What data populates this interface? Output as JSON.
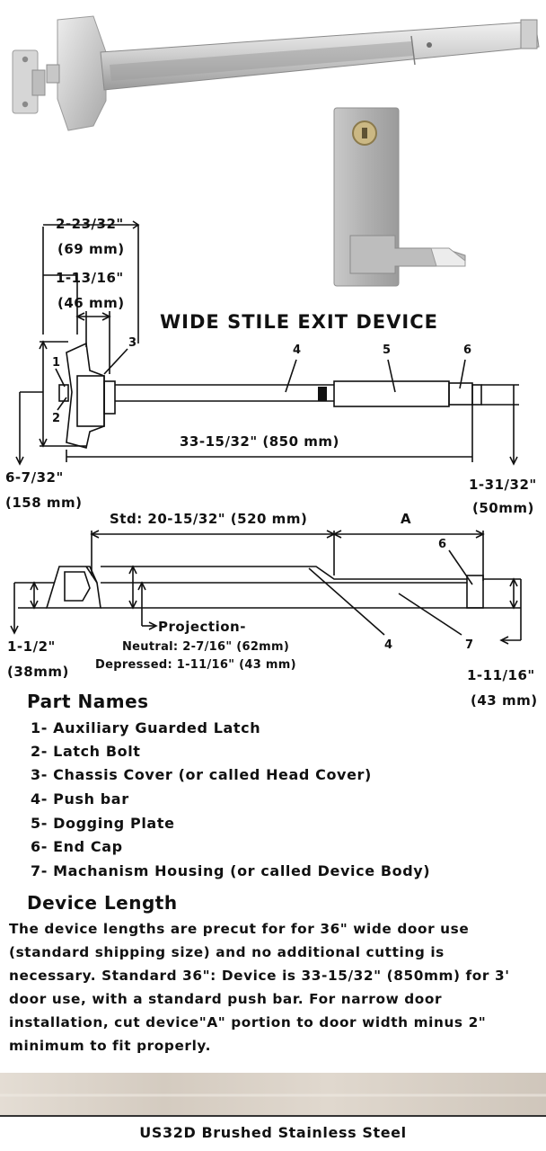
{
  "colors": {
    "steel_light": "#e4e4e4",
    "steel_mid": "#b8b8b8",
    "steel_dark": "#8a8a8a",
    "line": "#111111",
    "swatch": "#d9d1c8"
  },
  "photos": {
    "exit_device": "stainless-exit-device-photo",
    "trim": "lever-trim-photo"
  },
  "top_view": {
    "title": "WIDE STILE EXIT DEVICE",
    "dim_2_23_32": "2-23/32\"",
    "dim_69mm": "(69 mm)",
    "dim_1_13_16": "1-13/16\"",
    "dim_46mm": "(46 mm)",
    "dim_6_7_32": "6-7/32\"",
    "dim_158mm": "(158 mm)",
    "dim_33_15_32": "33-15/32\" (850 mm)",
    "dim_1_31_32": "1-31/32\"",
    "dim_50mm": "(50mm)",
    "callouts": [
      "1",
      "2",
      "3",
      "4",
      "5",
      "6"
    ]
  },
  "side_view": {
    "std_label": "Std: 20-15/32\" (520 mm)",
    "a_label": "A",
    "dim_1_1_2": "1-1/2\"",
    "dim_38mm": "(38mm)",
    "projection_label": "Projection-",
    "neutral_label": "Neutral: 2-7/16\" (62mm)",
    "depressed_label": "Depressed: 1-11/16\" (43 mm)",
    "dim_1_11_16": "1-11/16\"",
    "dim_43mm": "(43 mm)",
    "callouts": [
      "6",
      "4",
      "7"
    ]
  },
  "part_names": {
    "heading": "Part Names",
    "items": [
      "1- Auxiliary Guarded Latch",
      "2- Latch Bolt",
      "3- Chassis Cover (or called Head Cover)",
      "4- Push bar",
      "5- Dogging Plate",
      "6- End Cap",
      "7- Machanism Housing (or called Device Body)"
    ]
  },
  "device_length": {
    "heading": "Device Length",
    "lines": [
      "The device lengths are precut for for 36\" wide door use",
      "(standard shipping size) and no additional cutting is",
      "necessary. Standard 36\": Device is 33-15/32\" (850mm) for 3'",
      "door use, with a standard push bar. For narrow door",
      "installation, cut device\"A\" portion to door width minus 2\"",
      "minimum to fit properly."
    ]
  },
  "finish": {
    "label": "US32D Brushed Stainless Steel"
  }
}
